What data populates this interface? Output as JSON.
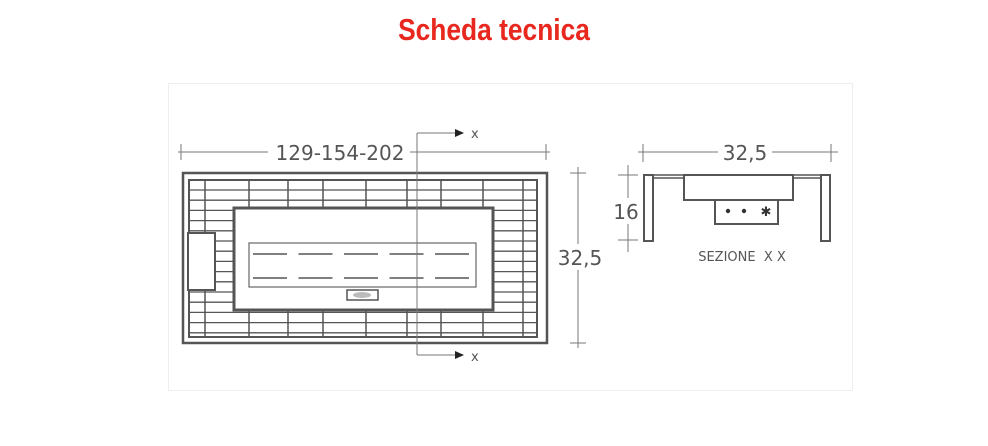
{
  "title": "Scheda tecnica",
  "drawing": {
    "plan_width_label": "129-154-202",
    "plan_depth_label": "32,5",
    "section_marker": "x",
    "section_width_label": "32,5",
    "section_height_label": "16",
    "section_caption": "SEZIONE  X X"
  },
  "colors": {
    "title": "#e8281e",
    "line": "#555555"
  }
}
